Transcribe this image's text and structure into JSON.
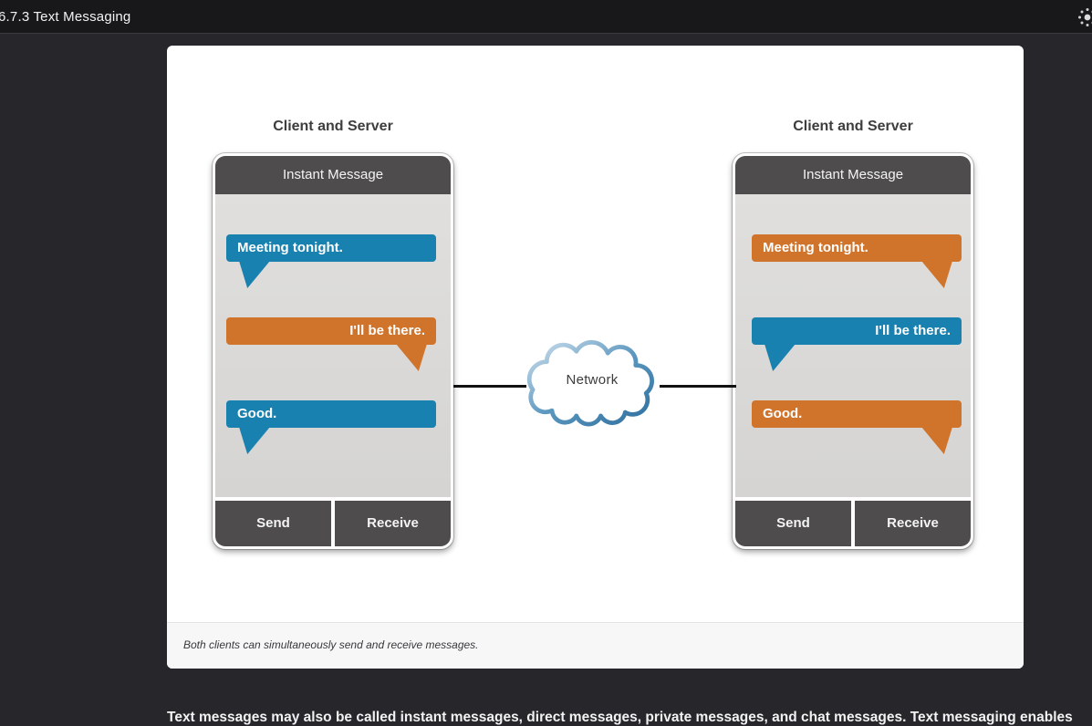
{
  "top_bar": {
    "title": "6.7.3 Text Messaging",
    "icon": "sun-spinner-icon"
  },
  "figure": {
    "panels": [
      {
        "title": "Client and Server",
        "window_title": "Instant Message",
        "messages": [
          {
            "text": "Meeting tonight.",
            "color": "blue",
            "text_align": "left",
            "tail": "bottom-left"
          },
          {
            "text": "I'll be there.",
            "color": "orange",
            "text_align": "right",
            "tail": "bottom-right"
          },
          {
            "text": "Good.",
            "color": "blue",
            "text_align": "left",
            "tail": "bottom-left"
          }
        ],
        "send_label": "Send",
        "receive_label": "Receive"
      },
      {
        "title": "Client and Server",
        "window_title": "Instant Message",
        "messages": [
          {
            "text": "Meeting tonight.",
            "color": "orange",
            "text_align": "left",
            "tail": "bottom-right"
          },
          {
            "text": "I'll be there.",
            "color": "blue",
            "text_align": "right",
            "tail": "bottom-left"
          },
          {
            "text": "Good.",
            "color": "orange",
            "text_align": "left",
            "tail": "bottom-right"
          }
        ],
        "send_label": "Send",
        "receive_label": "Receive"
      }
    ],
    "network_label": "Network",
    "caption": "Both clients can simultaneously send and receive messages."
  },
  "content": {
    "paragraph": "Text messages may also be called instant messages, direct messages, private messages, and chat messages. Text messaging enables"
  },
  "colors": {
    "blue_bubble": "#1981af",
    "orange_bubble": "#d0742c",
    "panel_chrome": "#4e4c4d",
    "panel_body_gray": "#dbdad8",
    "cloud_stroke_light": "#cfe0ee",
    "cloud_stroke_dark": "#2e6f9e",
    "connector_black": "#111111",
    "page_background": "#27272b",
    "top_bar_background": "#18181b",
    "card_background": "#ffffff"
  }
}
